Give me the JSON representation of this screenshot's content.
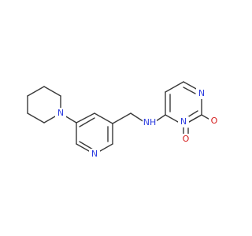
{
  "atom_labels": {
    "pyridine_nitrogen": "N",
    "piperidine_nitrogen": "N",
    "amine_group": "NH",
    "pyrimidine_nitrogen_top": "N",
    "pyrimidine_nitrogen_bottom": "N",
    "carbonyl_oxygen": "O",
    "ester_oxygen": "O"
  },
  "colors": {
    "bond": "#3a3a3a",
    "nitrogen": "#2f3fe0",
    "oxygen": "#d51b1b",
    "background": "#ffffff"
  }
}
